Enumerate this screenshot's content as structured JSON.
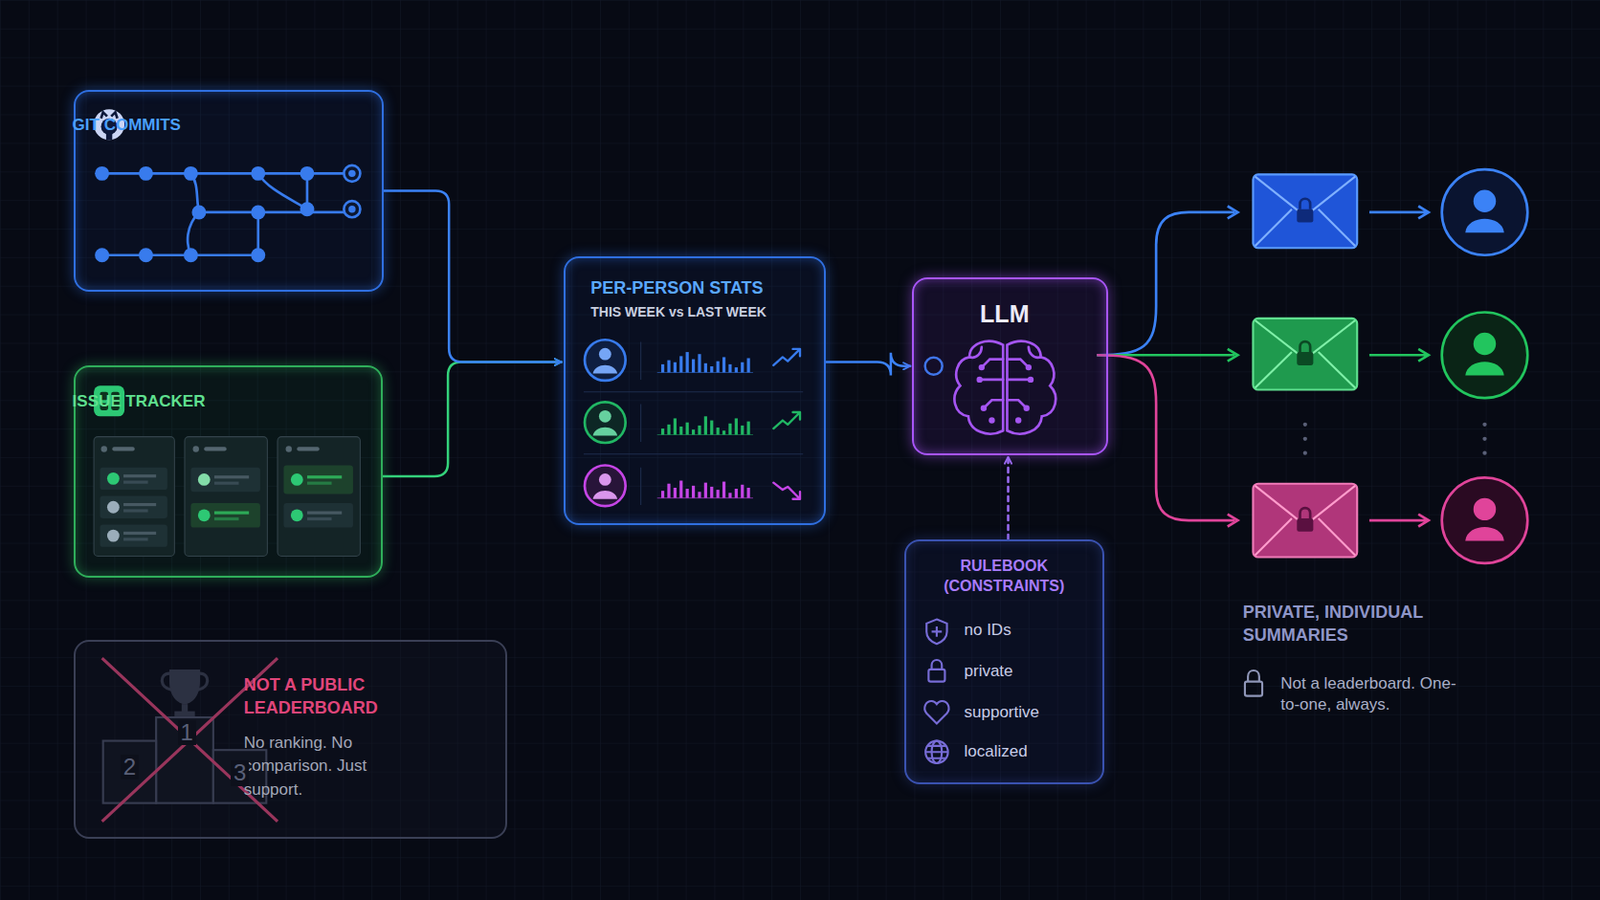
{
  "diagram": {
    "nodes": [
      {
        "text": [
          "GIT COMMITS"
        ]
      },
      {
        "text": [
          "ISSUE TRACKER"
        ]
      },
      {
        "text": [
          "NOT A PUBLIC LEADERBOARD",
          "No ranking. No comparison. Just support."
        ]
      },
      {
        "text": [
          "PER-PERSON STATS",
          "THIS WEEK vs LAST WEEK"
        ]
      },
      {
        "text": [
          "LLM"
        ]
      },
      {
        "text": [
          "RULEBOOK (CONSTRAINTS)",
          "no IDs",
          "private",
          "supportive",
          "localized"
        ]
      }
    ],
    "edges": [
      {
        "from": 0,
        "to": 3,
        "arrow": "to"
      },
      {
        "from": 1,
        "to": 3,
        "arrow": "to"
      },
      {
        "from": 3,
        "to": 4,
        "arrow": "to"
      },
      {
        "from": 5,
        "to": 4,
        "arrow": "to"
      }
    ],
    "labels": [
      "2",
      "1",
      "3",
      "PRIVATE, INDIVIDUAL SUMMARIES",
      "Not a leaderboard. One-to-one, always."
    ]
  }
}
